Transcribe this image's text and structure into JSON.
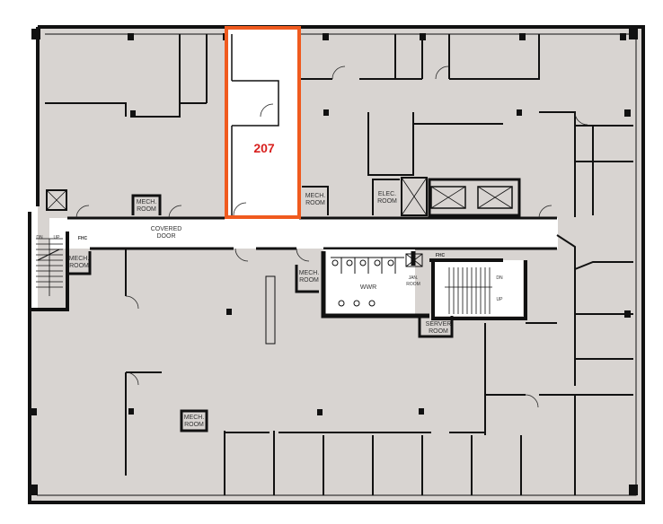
{
  "floorplan": {
    "highlighted_unit": {
      "label": "207",
      "color": "#f05a1e",
      "label_color": "#d8201e"
    },
    "colors": {
      "floor": "#d8d4d1",
      "corridor": "#ffffff",
      "walls": "#111111"
    },
    "rooms": {
      "mech_room_1": [
        "MECH.",
        "ROOM"
      ],
      "mech_room_2": [
        "MECH.",
        "ROOM"
      ],
      "mech_room_3": [
        "MECH.",
        "ROOM"
      ],
      "mech_room_4": [
        "MECH.",
        "ROOM"
      ],
      "mech_room_5": [
        "MECH.",
        "ROOM"
      ],
      "elec_room": [
        "ELEC.",
        "ROOM"
      ],
      "wwr": "WWR",
      "jan_room": [
        "JAN.",
        "ROOM"
      ],
      "server_room": [
        "SERVER",
        "ROOM"
      ]
    },
    "covered_door": [
      "COVERED",
      "DOOR"
    ],
    "fhc_label": "FHC",
    "stair_left": {
      "dn": "DN",
      "up": "UP"
    },
    "stair_right": {
      "dn": "DN",
      "up": "UP"
    }
  }
}
